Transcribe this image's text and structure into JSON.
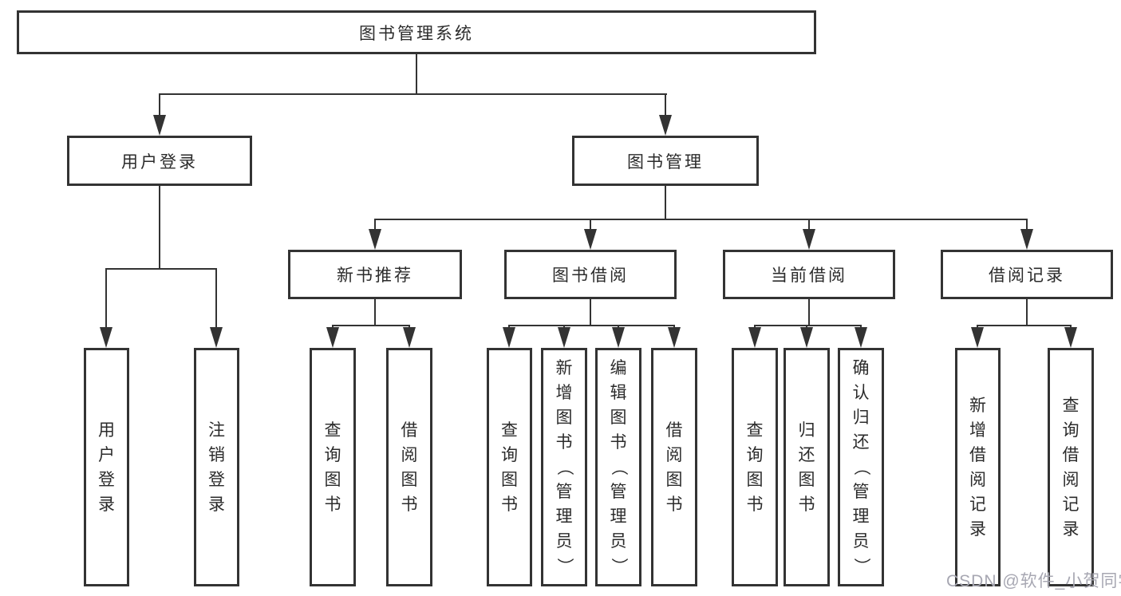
{
  "diagram": {
    "type": "tree",
    "background": "#ffffff",
    "line_color": "#333333",
    "text_color": "#2b2b2b",
    "root": {
      "label": "图书管理系统"
    },
    "level2": [
      {
        "label": "用户登录"
      },
      {
        "label": "图书管理"
      }
    ],
    "level3": [
      {
        "label": "新书推荐",
        "parent": "图书管理"
      },
      {
        "label": "图书借阅",
        "parent": "图书管理"
      },
      {
        "label": "当前借阅",
        "parent": "图书管理"
      },
      {
        "label": "借阅记录",
        "parent": "图书管理"
      }
    ],
    "leaves": {
      "user_login": [
        "用户登录",
        "注销登录"
      ],
      "new_book_recommend": [
        "查询图书",
        "借阅图书"
      ],
      "book_borrow": [
        "查询图书",
        "新增图书（管理员）",
        "编辑图书（管理员）",
        "借阅图书"
      ],
      "current_borrow": [
        "查询图书",
        "归还图书",
        "确认归还（管理员）"
      ],
      "borrow_record": [
        "新增借阅记录",
        "查询借阅记录"
      ]
    },
    "watermark": {
      "text": "CSDN @软件_小贺同学",
      "color": "#a7a7b2"
    }
  }
}
